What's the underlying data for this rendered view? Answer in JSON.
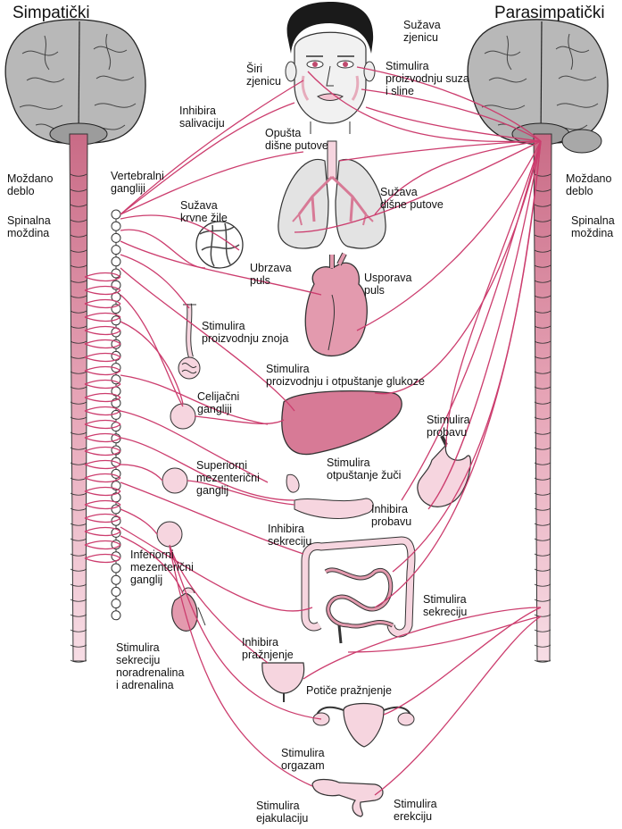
{
  "headings": {
    "left": "Simpatički",
    "right": "Parasimpatički"
  },
  "labels": {
    "brainstem_left": "Moždano\ndeblo",
    "spinal_left": "Spinalna\nmoždina",
    "brainstem_right": "Moždano\ndeblo",
    "spinal_right": "Spinalna\nmoždina",
    "vertebral_ganglia": "Vertebralni\ngangliji",
    "pupil_dilate": "Širi\nzjenicu",
    "pupil_constrict": "Sužava\nzjenicu",
    "tears_saliva": "Stimulira\nproizvodnju suza\ni sline",
    "inhibit_saliva": "Inhibira\nsalivaciju",
    "relax_airways": "Opušta\ndišne putove",
    "constrict_airways": "Sužava\ndišne putove",
    "constrict_vessels": "Sužava\nkrvne žile",
    "speed_pulse": "Ubrzava\npuls",
    "slow_pulse": "Usporava\npuls",
    "sweat": "Stimulira\nproizvodnju znoja",
    "glucose": "Stimulira\nproizvodnju i otpuštanje glukoze",
    "celiac": "Celijačni\ngangliji",
    "digestion": "Stimulira\nprobavu",
    "sup_mesenteric": "Superiorni\nmezenterični\nganglij",
    "bile": "Stimulira\notpuštanje žuči",
    "inhibit_digestion": "Inhibira\nprobavu",
    "inhibit_secretion": "Inhibira\nsekreciju",
    "inf_mesenteric": "Inferiorni\nmezenterični\nganglij",
    "stim_secretion": "Stimulira\nsekreciju",
    "adrenal": "Stimulira\nsekreciju\nnoradrenalina\ni adrenalina",
    "inhibit_voiding": "Inhibira\npražnjenje",
    "promote_voiding": "Potiče pražnjenje",
    "orgasm": "Stimulira\norgazam",
    "ejaculation": "Stimulira\nejakulaciju",
    "erection": "Stimulira\nerekciju"
  },
  "colors": {
    "nerve": "#cc3d6e",
    "cord_dark": "#d97f95",
    "cord_light": "#f4d2dc",
    "organ": "#e39aae",
    "organ_light": "#f6d5df",
    "brain": "#b5b5b5",
    "lung_bg": "#e6e6e6"
  }
}
